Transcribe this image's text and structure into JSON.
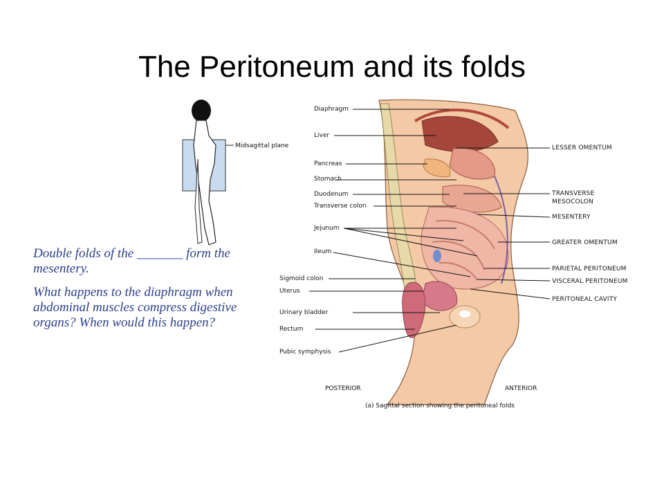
{
  "slide": {
    "title": "The Peritoneum and its folds"
  },
  "notes": [
    "Double folds of the _______ form the mesentery.",
    "What happens to the diaphragm when abdominal muscles compress digestive organs? When would this happen?"
  ],
  "figure": {
    "inset_label": "Midsagittal plane",
    "left_labels": [
      "Diaphragm",
      "Liver",
      "Pancreas",
      "Stomach",
      "Duodenum",
      "Transverse colon",
      "Jejunum",
      "Ileum",
      "Sigmoid colon",
      "Uterus",
      "Urinary bladder",
      "Rectum",
      "Pubic symphysis"
    ],
    "right_labels": [
      "LESSER OMENTUM",
      "TRANSVERSE",
      "MESOCOLON",
      "MESENTERY",
      "GREATER OMENTUM",
      "PARIETAL PERITONEUM",
      "VISCERAL PERITONEUM",
      "PERITONEAL CAVITY"
    ],
    "posterior": "POSTERIOR",
    "anterior": "ANTERIOR",
    "caption": "(a) Sagittal section showing the peritoneal folds"
  }
}
